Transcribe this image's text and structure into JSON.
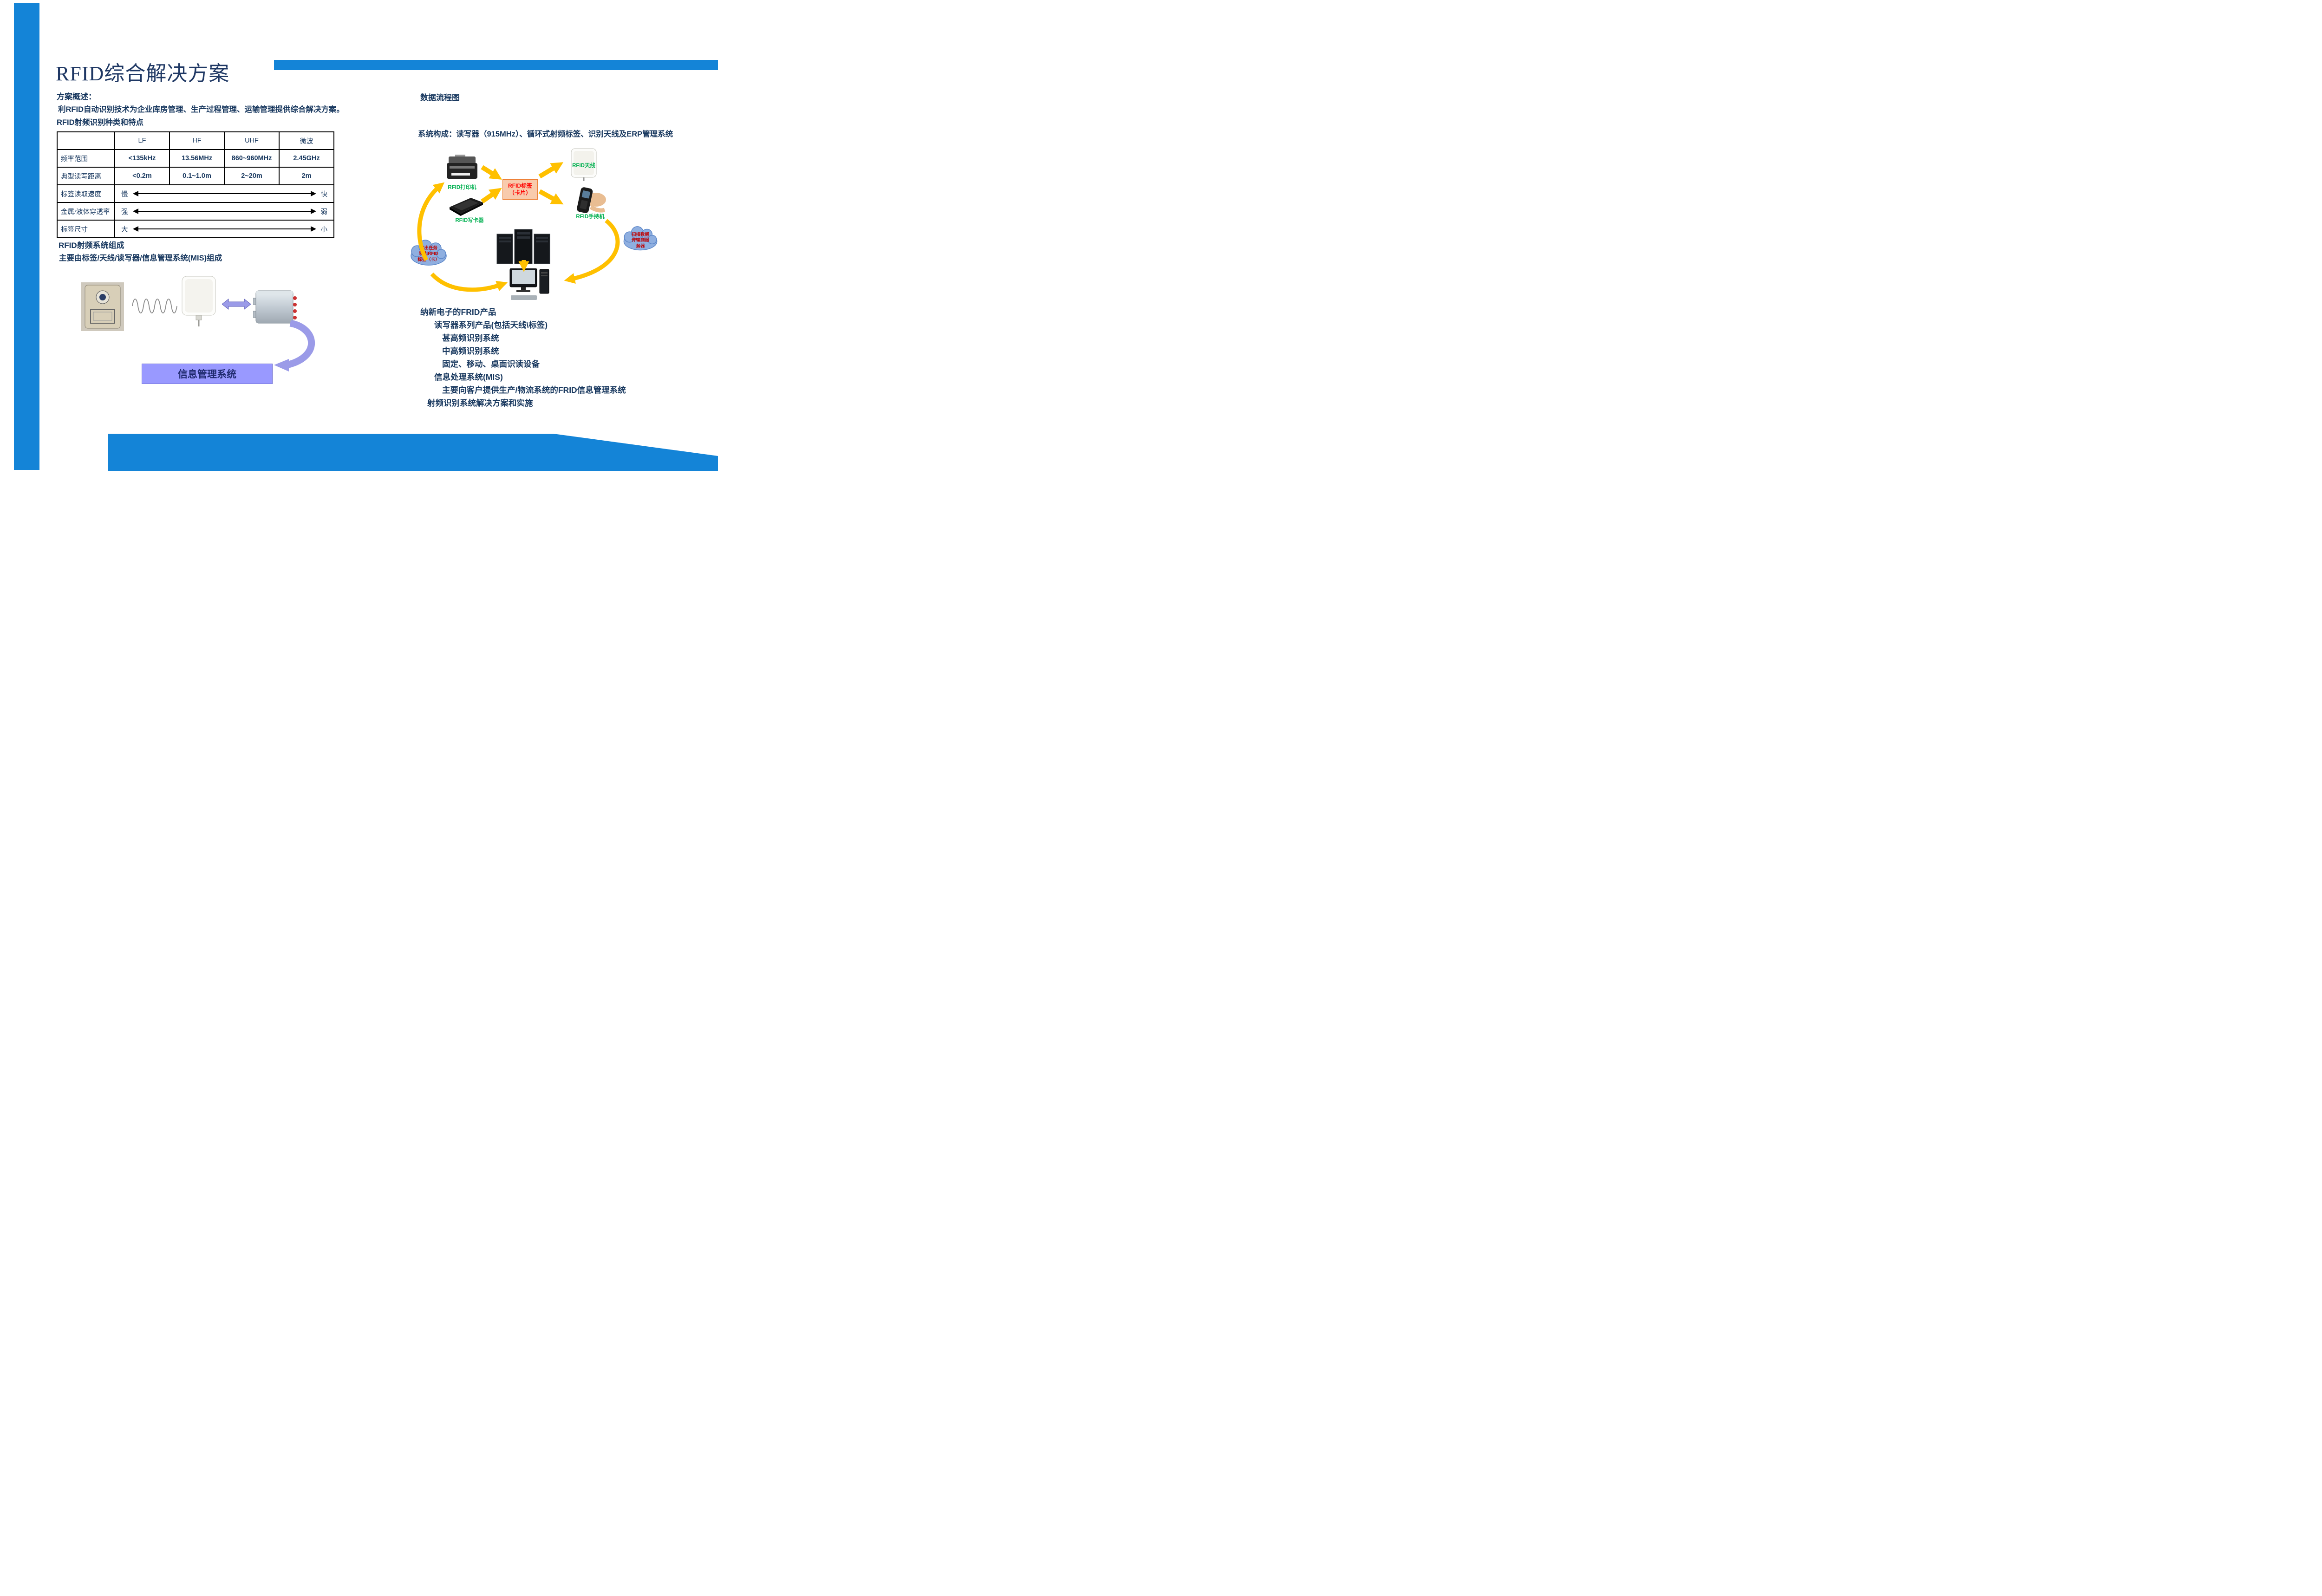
{
  "slide": {
    "title": "RFID综合解决方案"
  },
  "left": {
    "overview_label": "方案概述：",
    "overview_text": "利RFID自动识别技术为企业库房管理、生产过程管理、运输管理提供综合解决方案。",
    "table_heading": "RFID射频识别种类和特点",
    "table": {
      "columns": [
        "",
        "LF",
        "HF",
        "UHF",
        "微波"
      ],
      "rows": [
        {
          "label": "频率范围",
          "values": [
            "<135kHz",
            "13.56MHz",
            "860~960MHz",
            "2.45GHz"
          ]
        },
        {
          "label": "典型读写距离",
          "values": [
            "<0.2m",
            "0.1~1.0m",
            "2~20m",
            "2m"
          ]
        },
        {
          "label": "标签读取速度",
          "left": "慢",
          "right": "快"
        },
        {
          "label": "金属/液体穿透率",
          "left": "强",
          "right": "弱"
        },
        {
          "label": "标签尺寸",
          "left": "大",
          "right": "小"
        }
      ]
    },
    "system_heading": "RFID射频系统组成",
    "system_text": "主要由标签/天线/读写器/信息管理系统(MIS)组成",
    "mis_box_label": "信息管理系统"
  },
  "right": {
    "flow_title": "数据流程图",
    "composition": "系统构成：读写器（915MHz）、循环式射频标签、识别天线及ERP管理系统",
    "flow": {
      "printer_label": "RFID打印机",
      "tag_box_line1": "RFID标签",
      "tag_box_line2": "（卡片）",
      "antenna_label": "RFID天线",
      "writer_label": "RFID写卡器",
      "handheld_label": "RFID手持机",
      "cloud_left_lines": [
        "发出任务",
        "输出RFID",
        "标签（卡）"
      ],
      "cloud_right_lines": [
        "扫描数据",
        "传输到服",
        "务器"
      ]
    },
    "products": [
      "纳新电子的FRID产品",
      "读写器系列产品(包括天线\\标签)",
      "甚高频识别系统",
      "中高频识别系统",
      "固定、移动、桌面识读设备",
      "信息处理系统(MIS)",
      "主要向客户提供生产/物流系统的FRID信息管理系统",
      "射频识别系统解决方案和实施"
    ]
  },
  "colors": {
    "accent_blue": "#1484D7",
    "text_navy": "#17375E",
    "label_green": "#00B050",
    "tag_box_fill": "#F8CBAD",
    "tag_box_text": "#FF0000",
    "mis_box_fill": "#9999FF",
    "arrow_gold": "#FFC000",
    "arrow_purple": "#9B9BE8",
    "cloud_fill": "#8FAFE0",
    "cloud_text_red": "#C00000"
  }
}
